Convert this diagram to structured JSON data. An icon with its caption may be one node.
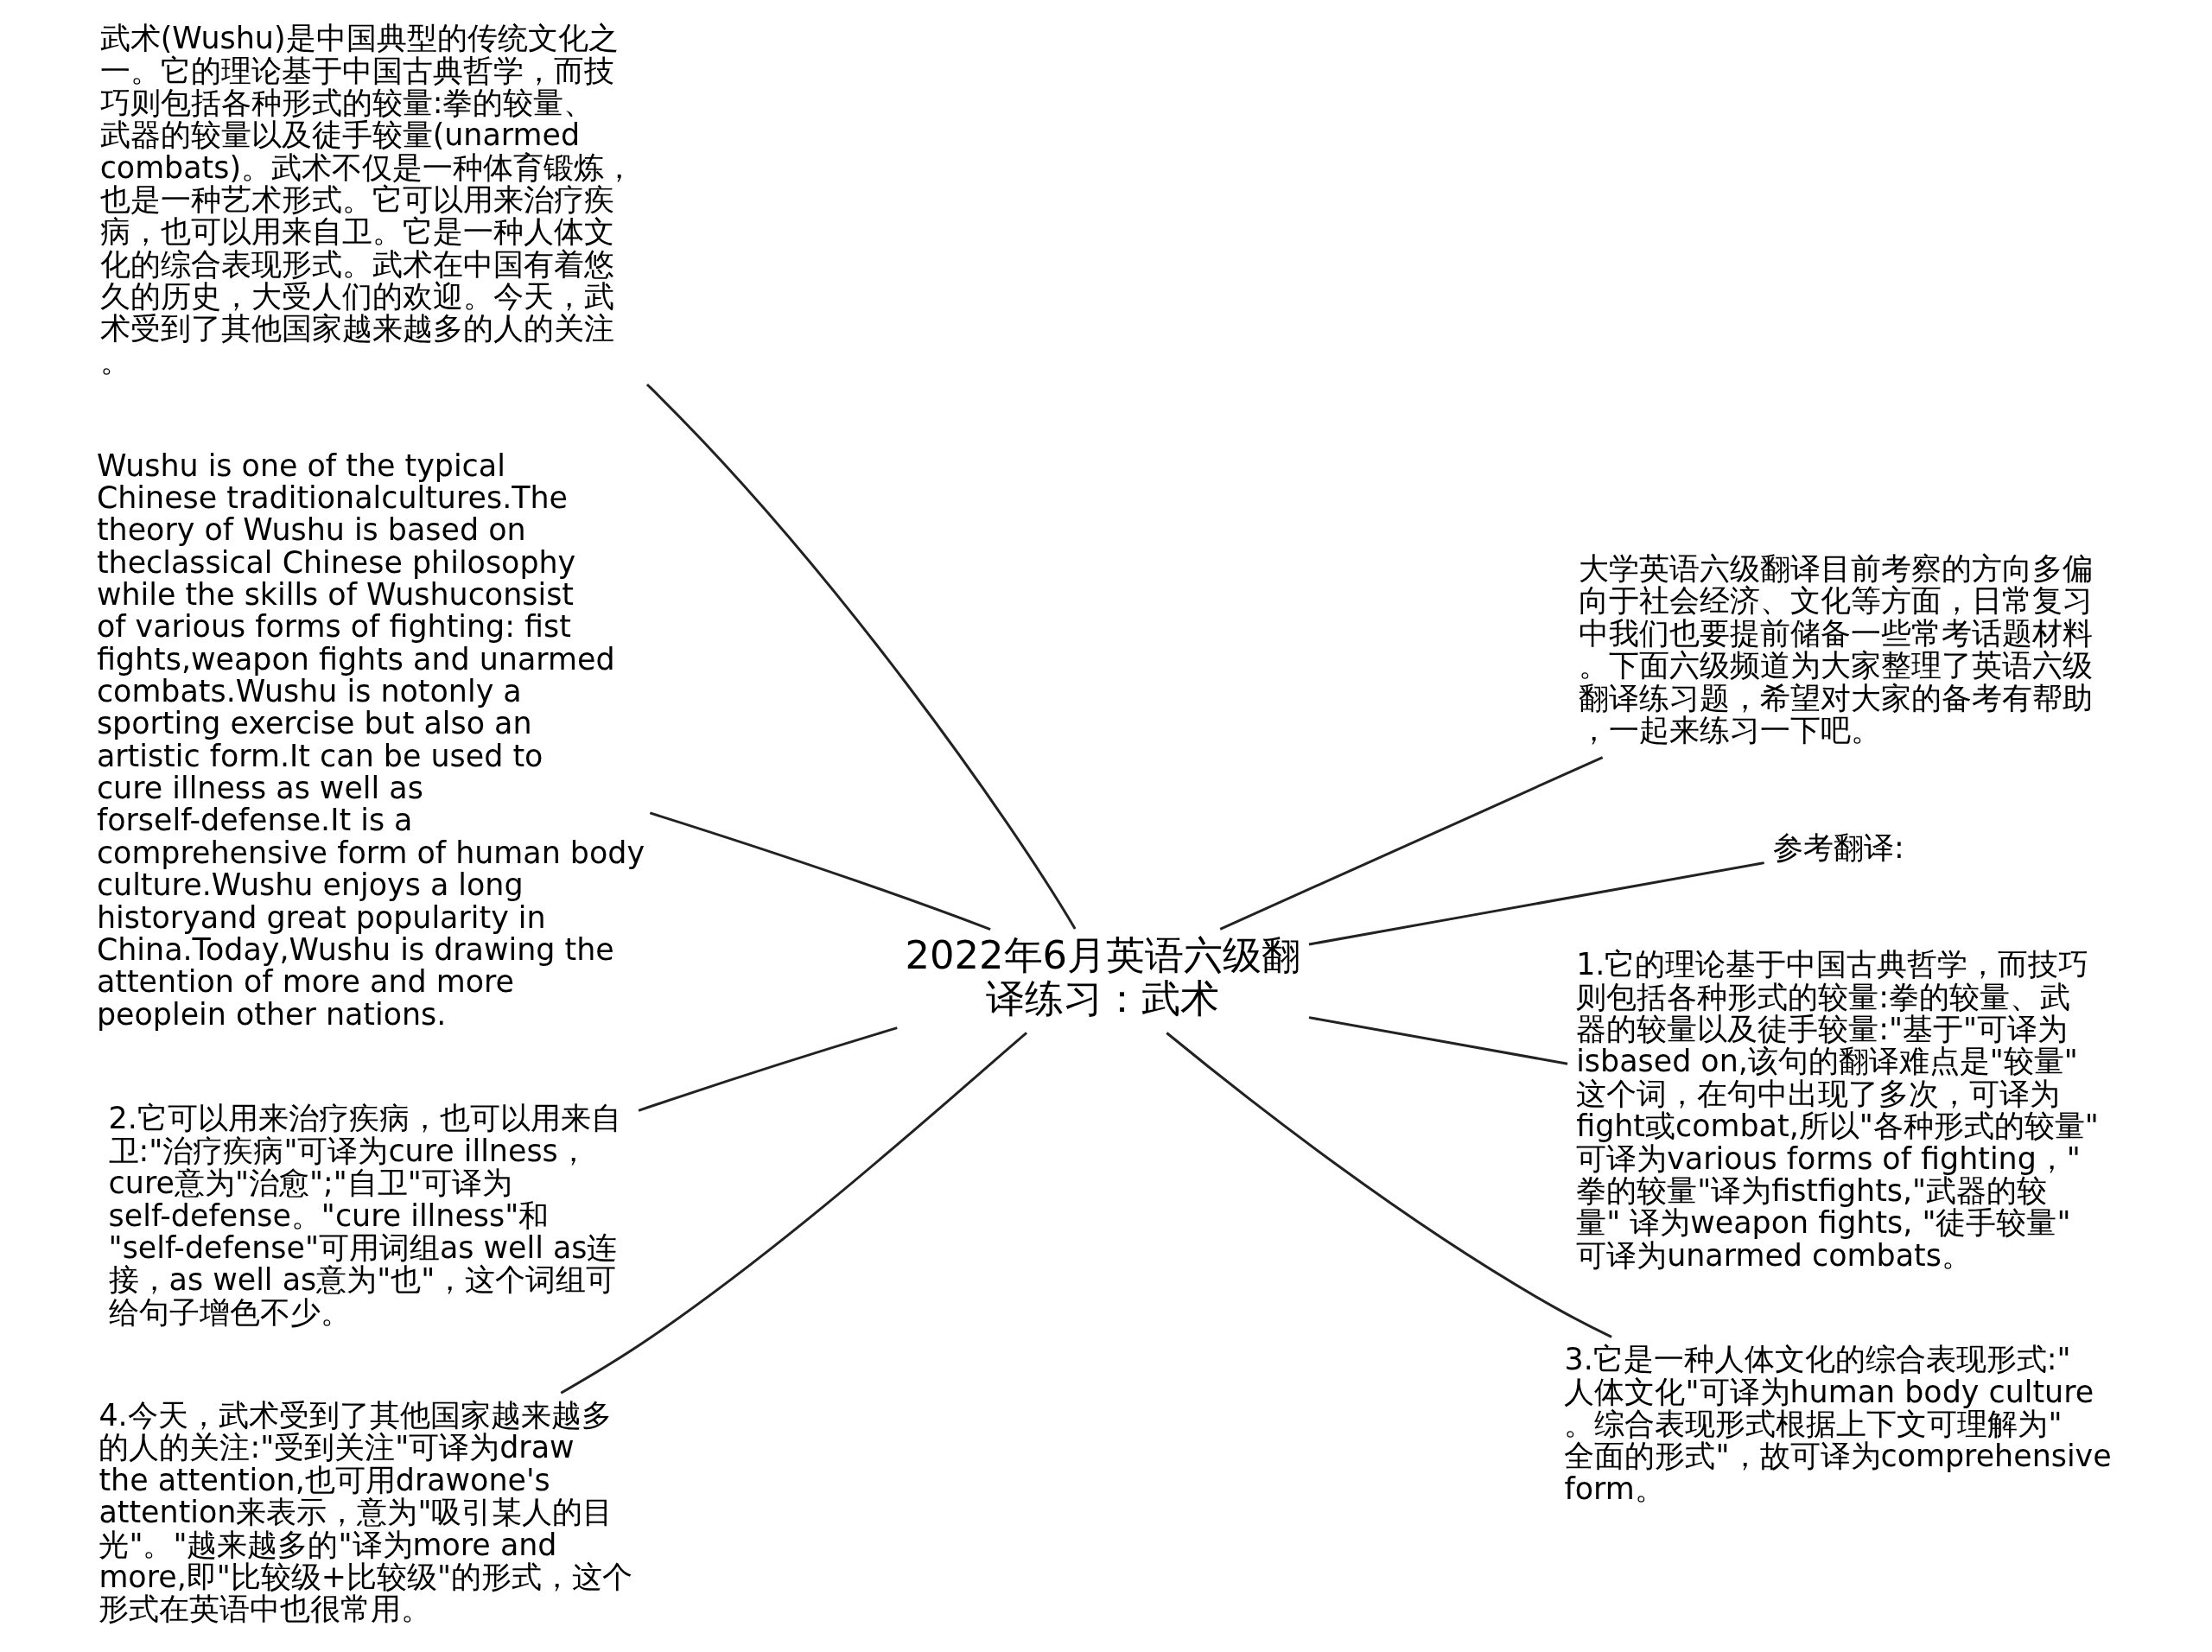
{
  "diagram": {
    "nodes": [
      {
        "text": [
          "2022年6月英语六级翻译练习：武术"
        ]
      },
      {
        "text": [
          "武术(Wushu)是中国典型的传统文化之一。它的理论基于中国古典哲学，而技巧则包括各种形式的较量:拳的较量、武器的较量以及徒手较量(unarmed combats)。武术不仅是一种体育锻炼，也是一种艺术形式。它可以用来治疗疾病，也可以用来自卫。它是一种人体文化的综合表现形式。武术在中国有着悠久的历史，大受人们的欢迎。今天，武术受到了其他国家越来越多的人的关注。"
        ]
      },
      {
        "text": [
          "Wushu is one of the typical Chinese traditionalcultures.The theory of Wushu is based on theclassical Chinese philosophy while the skills of Wushuconsist of various forms of fighting: fist fights,weapon fights and unarmed combats.Wushu is notonly a sporting exercise but also an artistic form.It can be used to cure illness as well as forself-defense.It is a comprehensive form of human body culture.Wushu enjoys a long historyand great popularity in China.Today,Wushu is drawing the attention of more and more peoplein other nations."
        ]
      },
      {
        "text": [
          "大学英语六级翻译目前考察的方向多偏向于社会经济、文化等方面，日常复习中我们也要提前储备一些常考话题材料。下面六级频道为大家整理了英语六级翻译练习题，希望对大家的备考有帮助，一起来练习一下吧。"
        ]
      },
      {
        "text": [
          "参考翻译:"
        ]
      },
      {
        "text": [
          "1.它的理论基于中国古典哲学，而技巧则包括各种形式的较量:拳的较量、武器的较量以及徒手较量:\"基于\"可译为isbased on,该句的翻译难点是\"较量\"这个词，在句中出现了多次，可译为fight或combat,所以\"各种形式的较量\"可译为various forms of fighting，\"拳的较量\"译为fistfights,\"武器的较量\" 译为weapon fights, \"徒手较量\"可译为unarmed combats。"
        ]
      },
      {
        "text": [
          "2.它可以用来治疗疾病，也可以用来自卫:\"治疗疾病\"可译为cure illness，cure意为\"治愈\";\"自卫\"可译为self-defense。\"cure illness\"和\"self-defense\"可用词组as well as连接，as well as意为\"也\"，这个词组可给句子增色不少。"
        ]
      },
      {
        "text": [
          "3.它是一种人体文化的综合表现形式:\"人体文化\"可译为human body culture。综合表现形式根据上下文可理解为\"全面的形式\"，故可译为comprehensive form。"
        ]
      },
      {
        "text": [
          "4.今天，武术受到了其他国家越来越多的人的关注:\"受到关注\"可译为draw the attention,也可用drawone's attention来表示，意为\"吸引某人的目光\"。\"越来越多的\"译为more and more,即\"比较级+比较级\"的形式，这个形式在英语中也很常用。"
        ]
      }
    ],
    "edges": [
      {
        "from": 0,
        "to": 1,
        "arrow": "none"
      },
      {
        "from": 0,
        "to": 2,
        "arrow": "none"
      },
      {
        "from": 0,
        "to": 3,
        "arrow": "none"
      },
      {
        "from": 0,
        "to": 4,
        "arrow": "none"
      },
      {
        "from": 0,
        "to": 5,
        "arrow": "none"
      },
      {
        "from": 0,
        "to": 6,
        "arrow": "none"
      },
      {
        "from": 0,
        "to": 7,
        "arrow": "none"
      },
      {
        "from": 0,
        "to": 8,
        "arrow": "none"
      }
    ]
  }
}
